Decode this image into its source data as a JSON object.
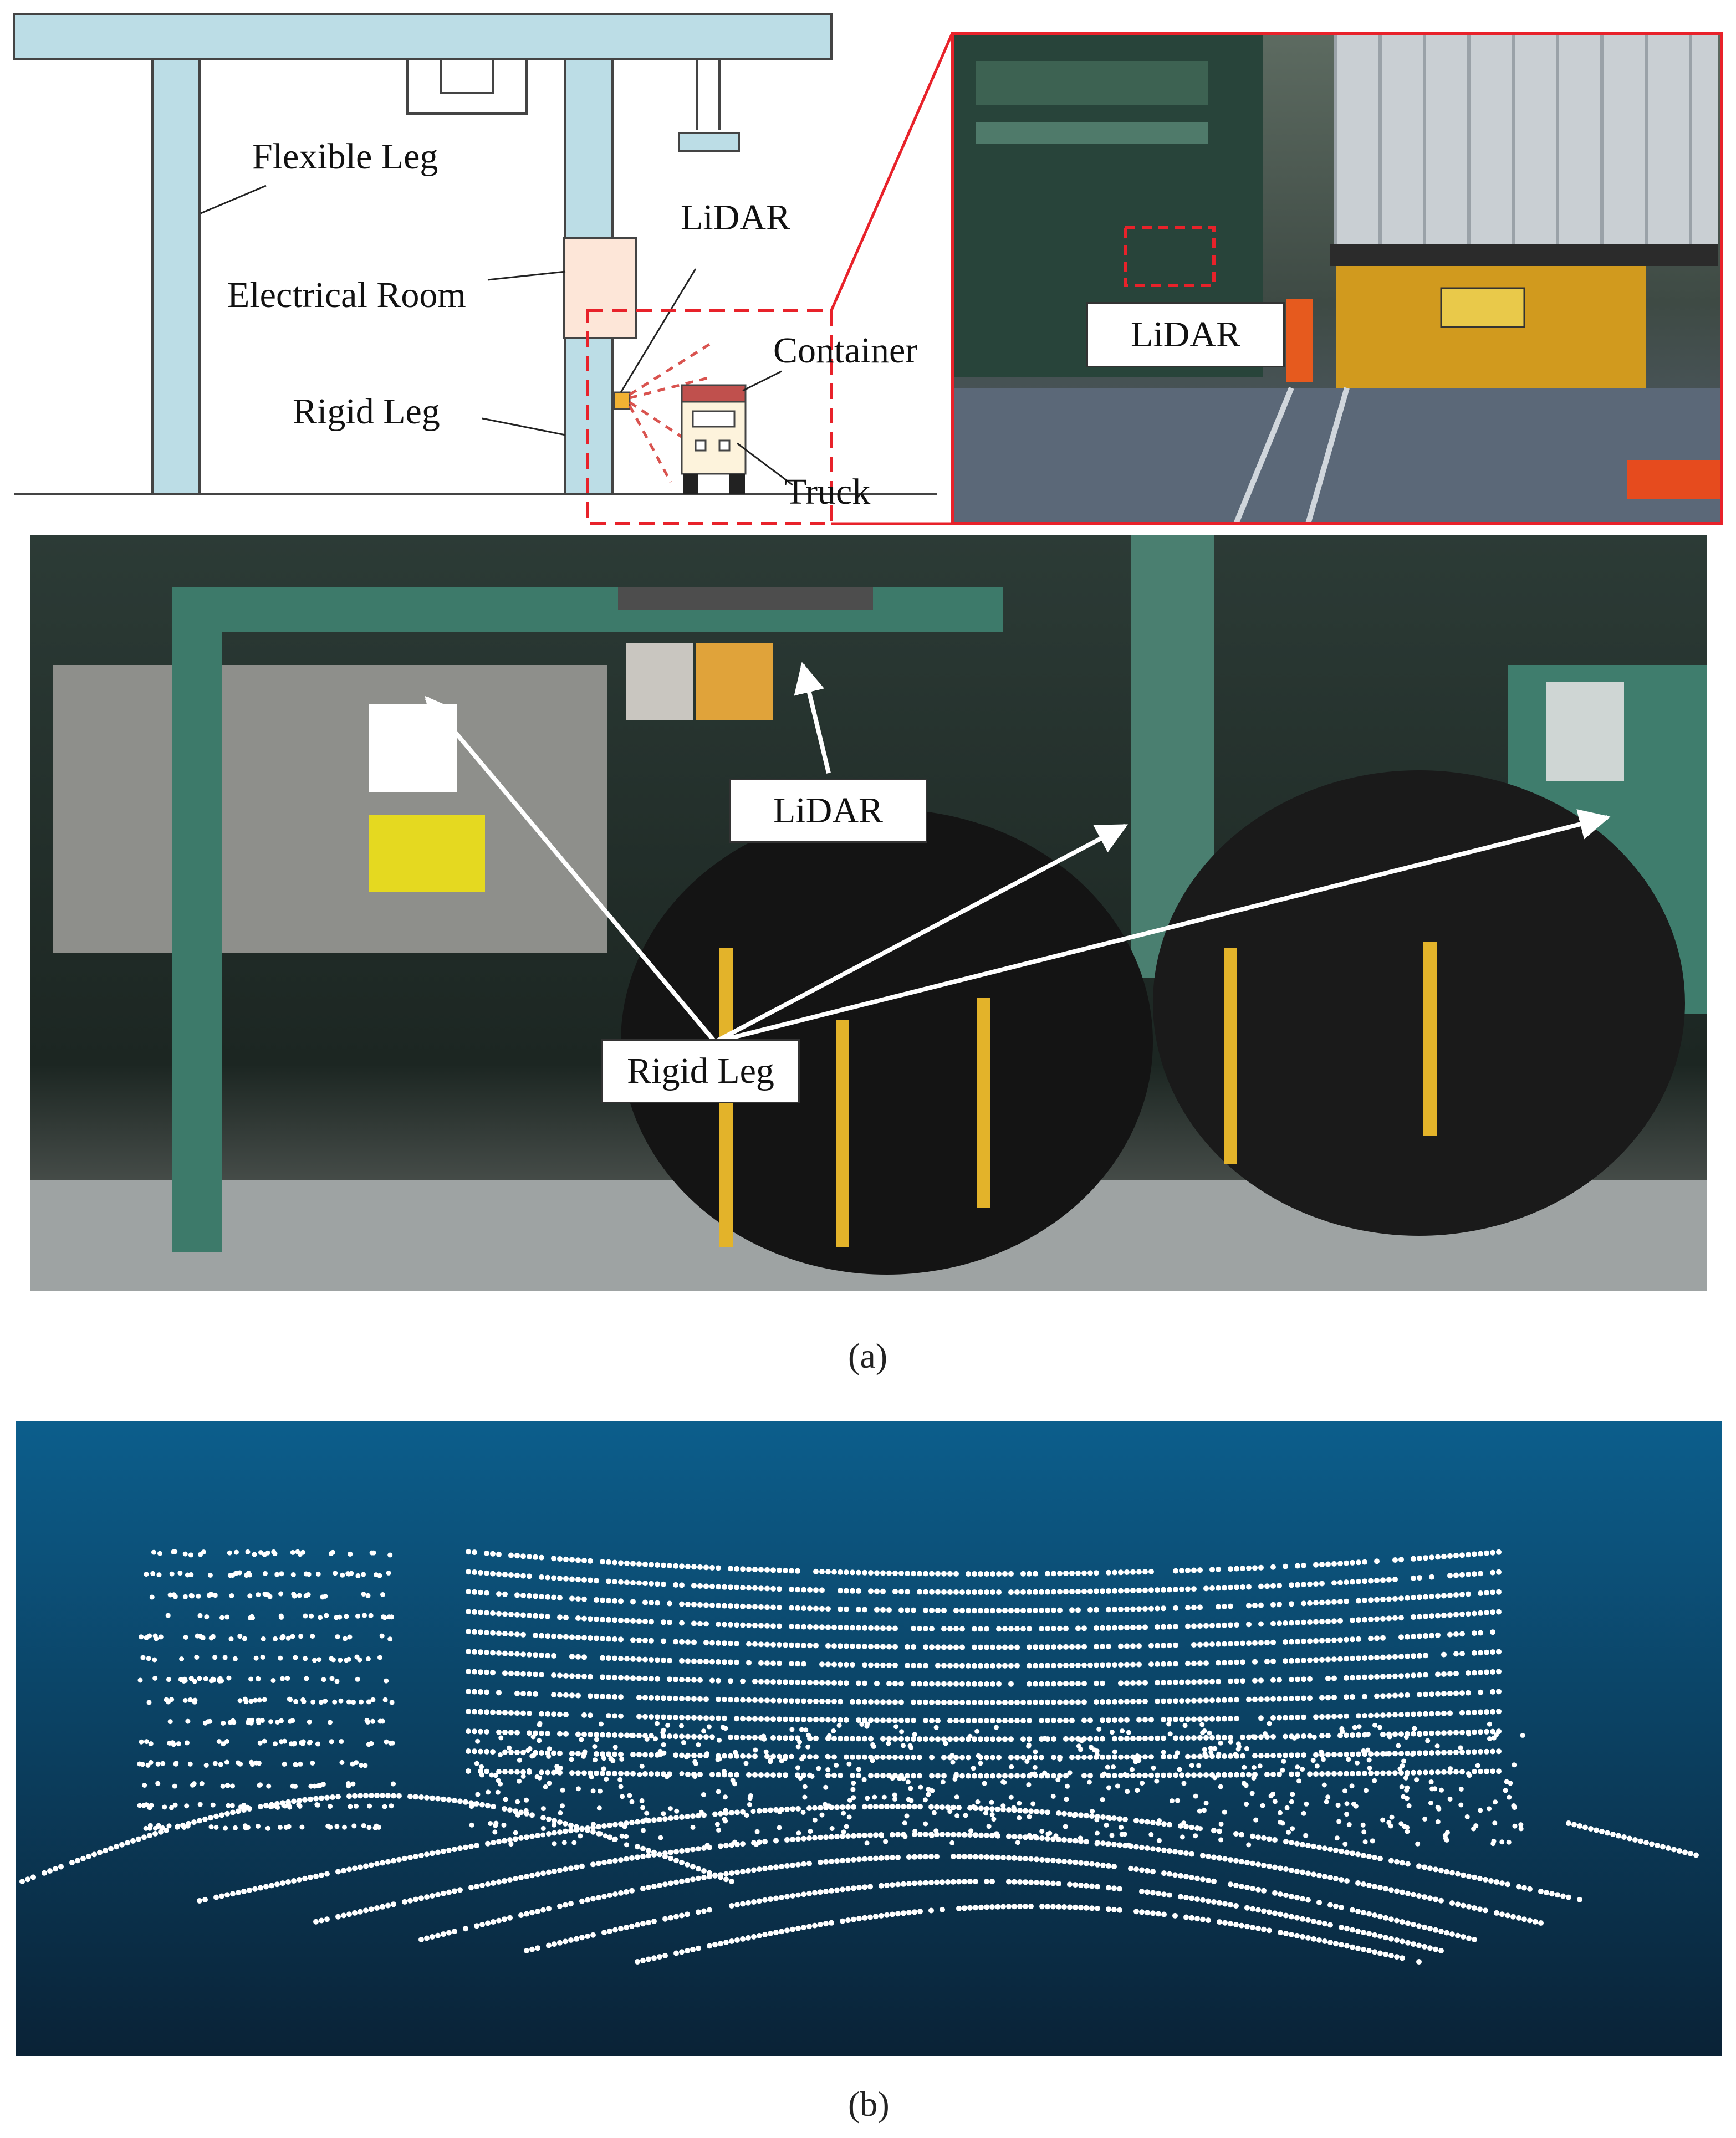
{
  "schematic": {
    "flexible_leg": "Flexible Leg",
    "electrical_room": "Electrical Room",
    "rigid_leg": "Rigid Leg",
    "lidar": "LiDAR",
    "container": "Container",
    "truck": "Truck"
  },
  "photo_top": {
    "lidar_label": "LiDAR"
  },
  "photo_bottom": {
    "lidar_label": "LiDAR",
    "rigid_leg_label": "Rigid Leg"
  },
  "captions": {
    "a": "(a)",
    "b": "(b)"
  },
  "colors": {
    "leg_fill": "#bcdde6",
    "room_fill": "#fde6d8",
    "highlight_red": "#e8222a",
    "pointcloud_top": "#0c5e8c",
    "pointcloud_bottom": "#0a2236"
  }
}
